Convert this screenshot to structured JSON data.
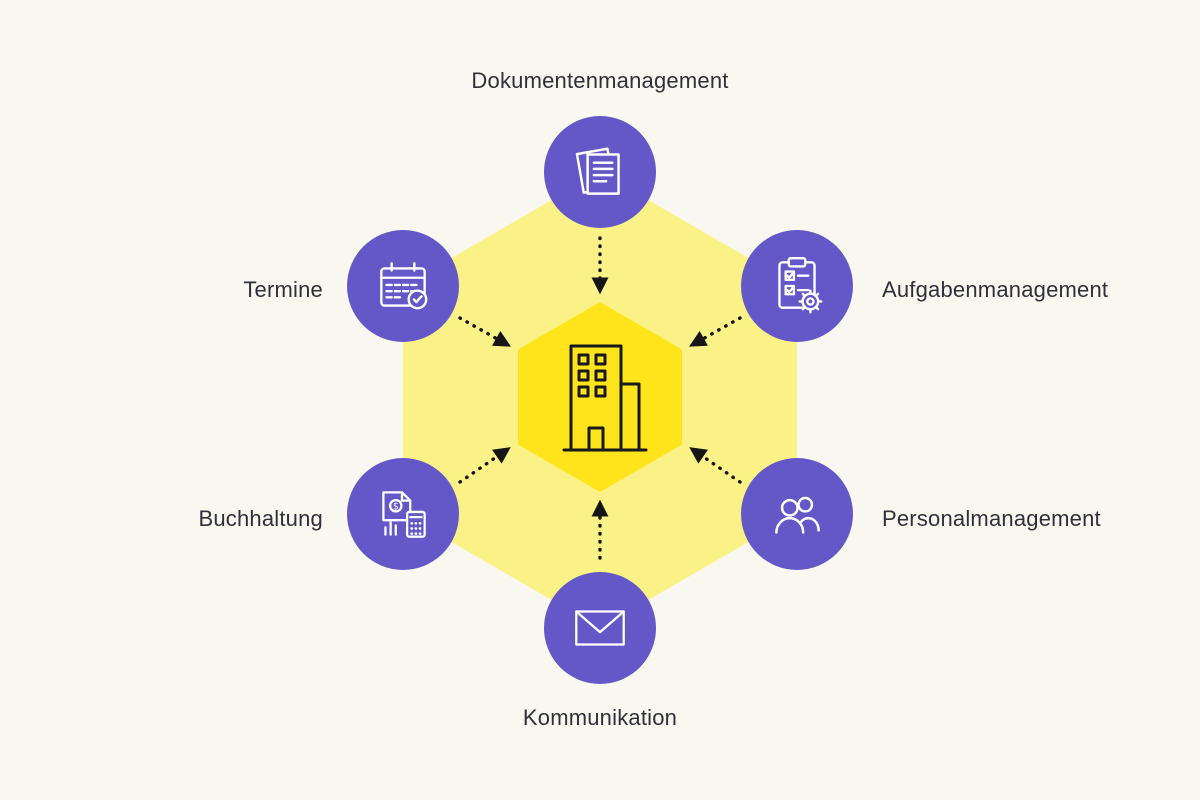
{
  "diagram": {
    "center": {
      "icon": "building-icon",
      "shape": "hexagon"
    },
    "nodes": [
      {
        "id": "dokumentenmanagement",
        "label": "Dokumentenmanagement",
        "icon": "documents-icon",
        "position": "top"
      },
      {
        "id": "aufgabenmanagement",
        "label": "Aufgabenmanagement",
        "icon": "clipboard-tasks-icon",
        "position": "top-right"
      },
      {
        "id": "personalmanagement",
        "label": "Personalmanagement",
        "icon": "people-icon",
        "position": "bottom-right"
      },
      {
        "id": "kommunikation",
        "label": "Kommunikation",
        "icon": "envelope-icon",
        "position": "bottom"
      },
      {
        "id": "buchhaltung",
        "label": "Buchhaltung",
        "icon": "invoice-calculator-icon",
        "position": "bottom-left"
      },
      {
        "id": "termine",
        "label": "Termine",
        "icon": "calendar-check-icon",
        "position": "top-left"
      }
    ],
    "arrows": {
      "style": "dotted",
      "direction": "inward",
      "count": 6
    },
    "colors": {
      "background": "#f9f8f0",
      "hexagon_outer": "#fbf287",
      "hexagon_inner": "#ffe41c",
      "node_circle": "#6458c8",
      "icon_stroke": "#ffffff",
      "arrow": "#161616",
      "label_text": "#30303a"
    }
  }
}
